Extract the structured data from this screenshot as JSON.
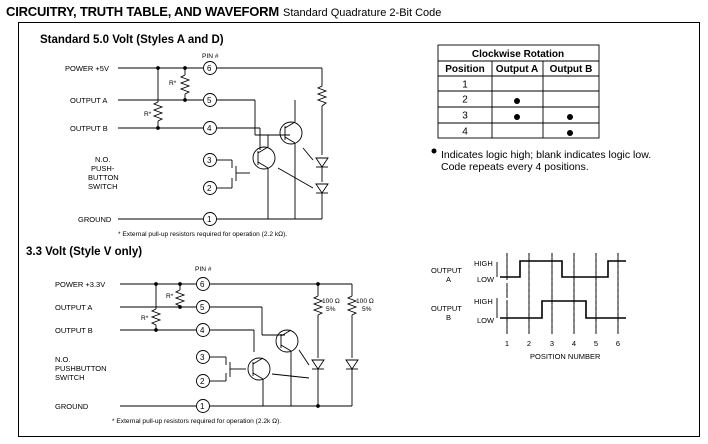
{
  "title": {
    "main": "CIRCUITRY, TRUTH TABLE, AND WAVEFORM",
    "subtitle": "Standard Quadrature 2-Bit Code"
  },
  "circuit_5v": {
    "heading": "Standard 5.0 Volt (Styles A and D)",
    "pin_header": "PIN #",
    "labels": {
      "power": "POWER +5V",
      "output_a": "OUTPUT A",
      "output_b": "OUTPUT B",
      "switch_1": "N.O.",
      "switch_2": "PUSH-",
      "switch_3": "BUTTON",
      "switch_4": "SWITCH",
      "ground": "GROUND"
    },
    "resistor_label": "R*",
    "pins": [
      "6",
      "5",
      "4",
      "3",
      "2",
      "1"
    ],
    "footnote": "* External pull-up resistors required for operation (2.2 kΩ)."
  },
  "circuit_33v": {
    "heading": "3.3 Volt (Style V only)",
    "pin_header": "PIN #",
    "labels": {
      "power": "POWER +3.3V",
      "output_a": "OUTPUT A",
      "output_b": "OUTPUT B",
      "switch_1": "N.O.",
      "switch_2": "PUSHBUTTON",
      "switch_3": "SWITCH",
      "ground": "GROUND"
    },
    "resistor_label": "R*",
    "resistor_values": [
      "100 Ω",
      "5%"
    ],
    "pins": [
      "6",
      "5",
      "4",
      "3",
      "2",
      "1"
    ],
    "footnote": "* External pull-up resistors required for operation (2.2k Ω)."
  },
  "truth_table": {
    "caption": "Clockwise Rotation",
    "headers": [
      "Position",
      "Output A",
      "Output B"
    ],
    "rows": [
      {
        "position": "1",
        "a": false,
        "b": false
      },
      {
        "position": "2",
        "a": true,
        "b": false
      },
      {
        "position": "3",
        "a": true,
        "b": true
      },
      {
        "position": "4",
        "a": false,
        "b": true
      }
    ],
    "note_line1": "Indicates logic high; blank indicates logic low.",
    "note_line2": "Code repeats every 4 positions."
  },
  "waveform": {
    "output_a": [
      "OUTPUT",
      "A"
    ],
    "output_b": [
      "OUTPUT",
      "B"
    ],
    "high": "HIGH",
    "low": "LOW",
    "positions": [
      "1",
      "2",
      "3",
      "4",
      "5",
      "6"
    ],
    "axis_label": "POSITION NUMBER",
    "signal_a": [
      0,
      1,
      1,
      0,
      0,
      1
    ],
    "signal_b": [
      0,
      0,
      1,
      1,
      0,
      0
    ]
  }
}
